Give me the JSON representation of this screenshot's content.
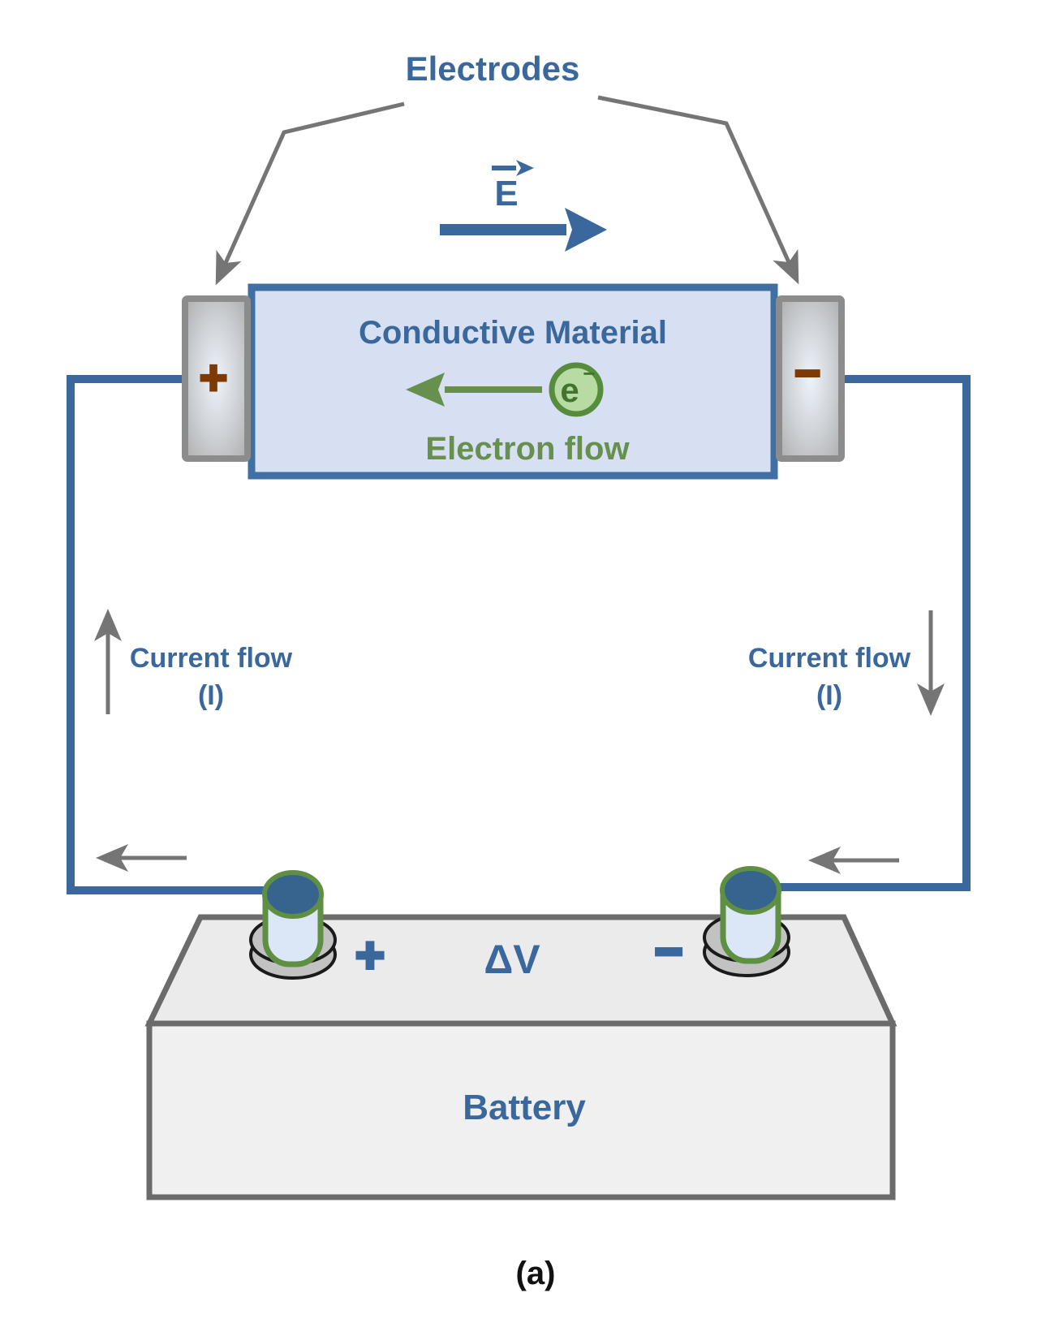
{
  "figure": {
    "top": {
      "electrodes_label": "Electrodes",
      "e_field_symbol": "E"
    },
    "conductor": {
      "title": "Conductive Material",
      "electron_symbol": "e",
      "electron_superscript": "−",
      "electron_flow_label": "Electron flow",
      "left_electrode_sign": "+",
      "right_electrode_sign": "−"
    },
    "circuit": {
      "left_current_label": "Current flow",
      "left_current_symbol": "(I)",
      "right_current_label": "Current flow",
      "right_current_symbol": "(I)"
    },
    "battery": {
      "positive_sign": "+",
      "voltage_label": "ΔV",
      "negative_sign": "−",
      "name": "Battery"
    },
    "caption": "(a)"
  },
  "colors": {
    "label_blue": "#3a689c",
    "wire_blue": "#3a689c",
    "box_fill": "#d6e0f2",
    "box_border": "#3f6fa3",
    "green_arrow": "#678f4e",
    "electron_fill": "#b8dba4",
    "electron_border": "#568c3c",
    "annotation_gray": "#757575",
    "electrode_border": "#8c8c8c",
    "polarity_brown": "#7e3a05",
    "battery_fill": "#ededed",
    "battery_border": "#6b6b6b",
    "terminal_green": "#5e8f43",
    "terminal_body": "#dbe7f7",
    "terminal_top_blue": "#36648f",
    "washer_gray": "#c2c2c2",
    "caption_black": "#111111"
  }
}
